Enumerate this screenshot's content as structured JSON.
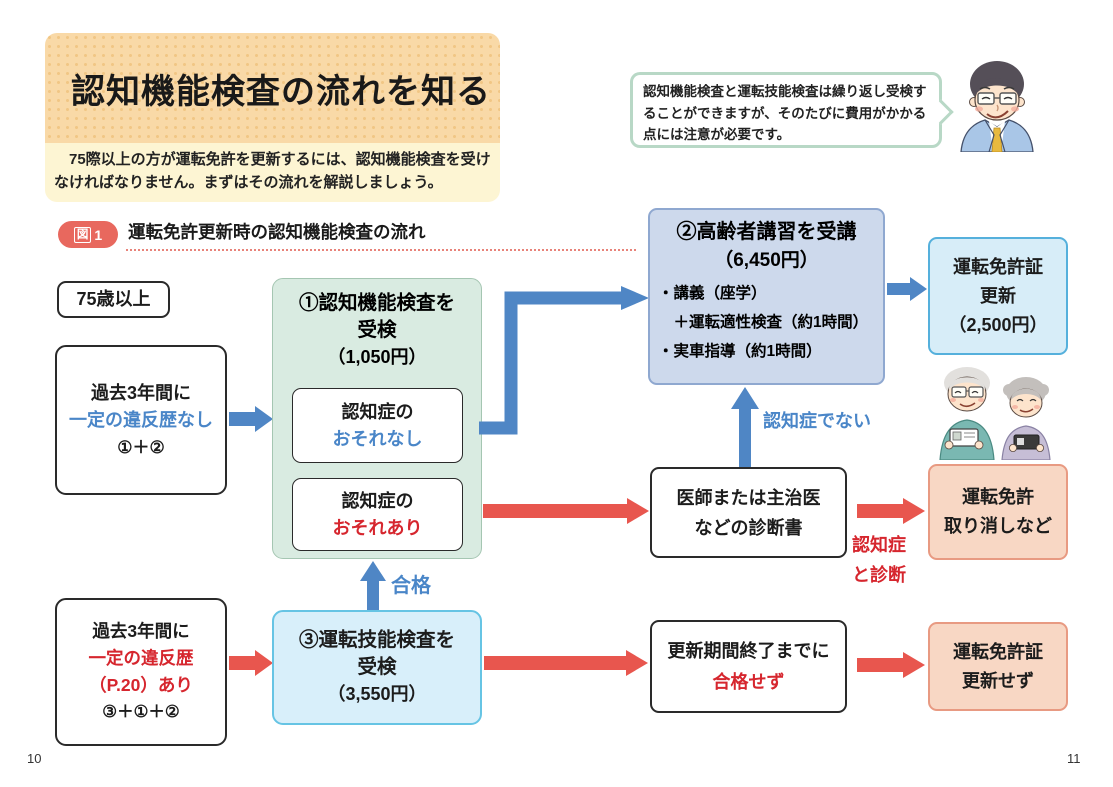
{
  "page": {
    "left_number": "10",
    "right_number": "11"
  },
  "colors": {
    "header_orange": "#f9d9a7",
    "header_yellow": "#fdf5d3",
    "accent_red": "#e8685e",
    "blue_text": "#4a86c8",
    "red_text": "#d6262e",
    "arrow_blue": "#4f86c5",
    "arrow_red": "#e8564e",
    "green_panel": "#d9ebe1",
    "lecture_panel": "#cdd9ec",
    "renew_panel": "#d7edf8",
    "skill_panel": "#d8effa",
    "salmon_panel": "#f8d7c4"
  },
  "header": {
    "title": "認知機能検査の流れを知る",
    "lead": [
      "　75際以上の方が運転免許を更新するには、認知機能検査を受け",
      "なければなりません。まずはその流れを解説しましょう。"
    ]
  },
  "advisor": {
    "bubble": [
      "認知機能検査と運転技能検査は繰り返し受検す",
      "ることができますが、そのたびに費用がかかる",
      "点には注意が必要です。"
    ]
  },
  "figure": {
    "badge_kanji": "図",
    "badge_number": "1",
    "caption": "運転免許更新時の認知機能検査の流れ"
  },
  "flow": {
    "age": {
      "label": "75歳以上"
    },
    "no_violation": {
      "line1": "過去3年間に",
      "line2": "一定の違反歴なし",
      "line3": "①＋②"
    },
    "cognitive_test": {
      "title1": "①認知機能検査を",
      "title2": "受検",
      "fee": "（1,050円）",
      "no_risk": {
        "line1": "認知症の",
        "line2": "おそれなし"
      },
      "risk": {
        "line1": "認知症の",
        "line2": "おそれあり"
      }
    },
    "lecture": {
      "title": "②高齢者講習を受講",
      "fee": "（6,450円）",
      "bullets": [
        "・講義（座学）",
        "　＋運転適性検査（約1時間）",
        "・実車指導（約1時間）"
      ]
    },
    "renew": {
      "line1": "運転免許証",
      "line2": "更新",
      "line3": "（2,500円）"
    },
    "doctor": {
      "line1": "医師または主治医",
      "line2": "などの診断書"
    },
    "labels": {
      "not_dementia": "認知症でない",
      "dementia1": "認知症",
      "dementia2": "と診断",
      "pass": "合格"
    },
    "revoke": {
      "line1": "運転免許",
      "line2": "取り消しなど"
    },
    "violation": {
      "line1": "過去3年間に",
      "line2": "一定の違反歴",
      "line3": "（P.20）あり",
      "line4": "③＋①＋②"
    },
    "skill_test": {
      "title1": "③運転技能検査を",
      "title2": "受検",
      "fee": "（3,550円）"
    },
    "not_passed": {
      "line1": "更新期間終了までに",
      "line2": "合格せず"
    },
    "no_renew": {
      "line1": "運転免許証",
      "line2": "更新せず"
    }
  }
}
